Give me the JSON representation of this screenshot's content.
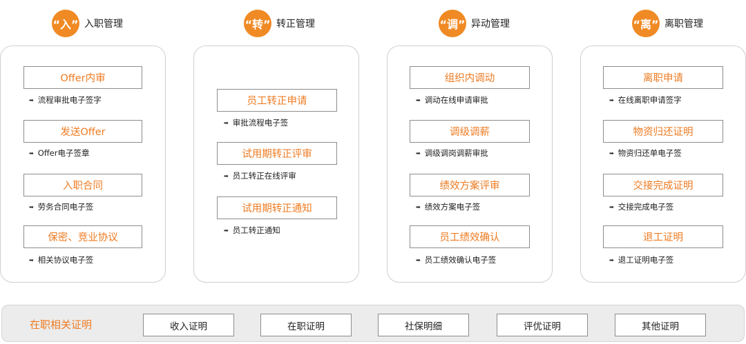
{
  "columns": [
    {
      "badge": "“入”",
      "title": "入职管理",
      "items": [
        {
          "label": "Offer内审",
          "desc": "流程审批电子签字"
        },
        {
          "label": "发送Offer",
          "desc": "Offer电子签章"
        },
        {
          "label": "入职合同",
          "desc": "劳务合同电子签"
        },
        {
          "label": "保密、竞业协议",
          "desc": "相关协议电子签"
        }
      ]
    },
    {
      "badge": "“转”",
      "title": "转正管理",
      "items": [
        {
          "label": "员工转正申请",
          "desc": "审批流程电子签"
        },
        {
          "label": "试用期转正评审",
          "desc": "员工转正在线评审"
        },
        {
          "label": "试用期转正通知",
          "desc": "员工转正通知"
        }
      ]
    },
    {
      "badge": "“调”",
      "title": "异动管理",
      "items": [
        {
          "label": "组织内调动",
          "desc": "调动在线申请审批"
        },
        {
          "label": "调级调薪",
          "desc": "调级调岗调薪审批"
        },
        {
          "label": "绩效方案评审",
          "desc": "绩效方案电子签"
        },
        {
          "label": "员工绩效确认",
          "desc": "员工绩效确认电子签"
        }
      ]
    },
    {
      "badge": "“离”",
      "title": "离职管理",
      "items": [
        {
          "label": "离职申请",
          "desc": "在线离职申请签字"
        },
        {
          "label": "物资归还证明",
          "desc": "物资归还单电子签"
        },
        {
          "label": "交接完成证明",
          "desc": "交接完成电子签"
        },
        {
          "label": "退工证明",
          "desc": "退工证明电子签"
        }
      ]
    }
  ],
  "bottom": {
    "title": "在职相关证明",
    "items": [
      "收入证明",
      "在职证明",
      "社保明细",
      "评优证明",
      "其他证明"
    ]
  },
  "colors": {
    "accent": "#f08a24",
    "text_accent": "#ee7b22",
    "border": "#8c8c8c"
  },
  "icons": {
    "arrow": "arrow-right-icon"
  }
}
